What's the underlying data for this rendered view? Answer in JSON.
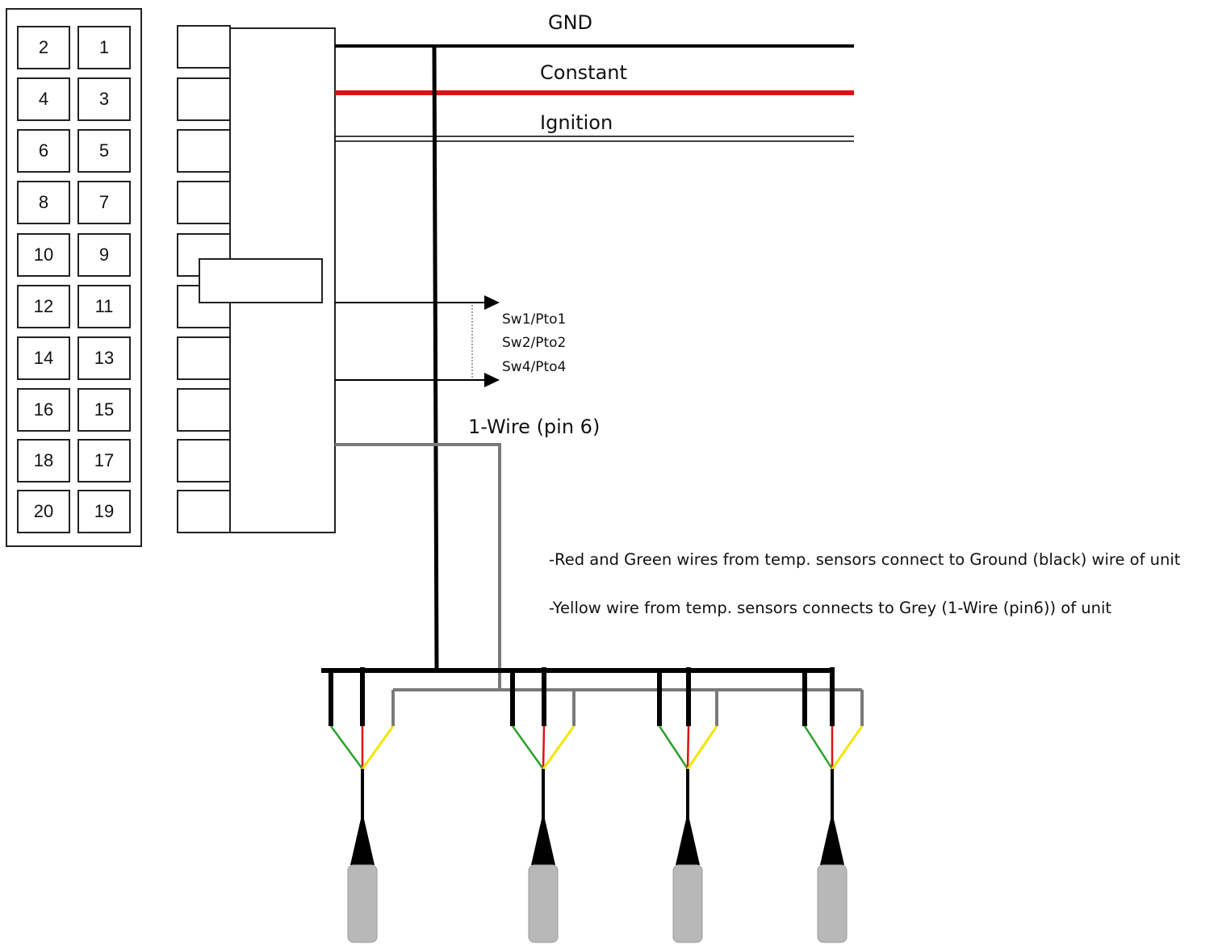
{
  "pinout": {
    "rows": [
      {
        "left": "2",
        "right": "1"
      },
      {
        "left": "4",
        "right": "3"
      },
      {
        "left": "6",
        "right": "5"
      },
      {
        "left": "8",
        "right": "7"
      },
      {
        "left": "10",
        "right": "9"
      },
      {
        "left": "12",
        "right": "11"
      },
      {
        "left": "14",
        "right": "13"
      },
      {
        "left": "16",
        "right": "15"
      },
      {
        "left": "18",
        "right": "17"
      },
      {
        "left": "20",
        "right": "19"
      }
    ]
  },
  "wires": {
    "gnd": "GND",
    "constant": "Constant",
    "ignition": "Ignition",
    "outputs": [
      "Sw1/Pto1",
      "Sw2/Pto2",
      "Sw4/Pto4"
    ],
    "one_wire": "1-Wire (pin 6)"
  },
  "notes": [
    "-Red and Green wires from temp. sensors connect to Ground (black) wire of unit",
    "-Yellow wire from temp. sensors connects to Grey (1-Wire (pin6)) of unit"
  ],
  "colors": {
    "gnd": "#000000",
    "constant": "#e01010",
    "one_wire": "#7a7a7a",
    "sensor_green": "#2ca02c",
    "sensor_red": "#e01010",
    "sensor_yellow": "#f2e600",
    "probe_body": "#b8b8b8"
  },
  "sensor_count": 4
}
